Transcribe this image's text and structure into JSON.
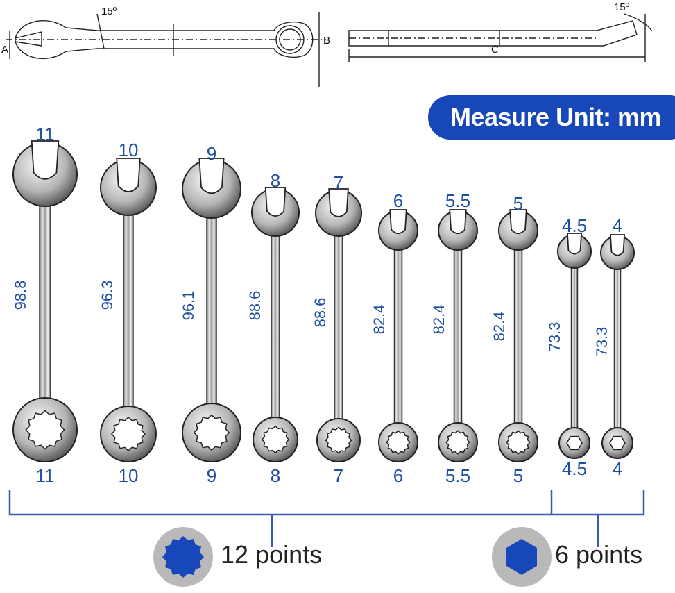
{
  "schematic": {
    "angle_left": "15º",
    "angle_right": "15º",
    "label_a": "A",
    "label_b": "B",
    "label_c": "C"
  },
  "unit_badge": "Measure Unit: mm",
  "wrenches": [
    {
      "open": "11",
      "ring": "11",
      "length": "98.8"
    },
    {
      "open": "10",
      "ring": "10",
      "length": "96.3"
    },
    {
      "open": "9",
      "ring": "9",
      "length": "96.1"
    },
    {
      "open": "8",
      "ring": "8",
      "length": "88.6"
    },
    {
      "open": "7",
      "ring": "7",
      "length": "88.6"
    },
    {
      "open": "6",
      "ring": "6",
      "length": "82.4"
    },
    {
      "open": "5.5",
      "ring": "5.5",
      "length": "82.4"
    },
    {
      "open": "5",
      "ring": "5",
      "length": "82.4"
    },
    {
      "open": "4.5",
      "ring": "4.5",
      "length": "73.3"
    },
    {
      "open": "4",
      "ring": "4",
      "length": "73.3"
    }
  ],
  "legend": {
    "twelve_points": "12 points",
    "six_points": "6 points",
    "accent_color": "#1747b8",
    "bracket_color": "#3a5bb0"
  }
}
